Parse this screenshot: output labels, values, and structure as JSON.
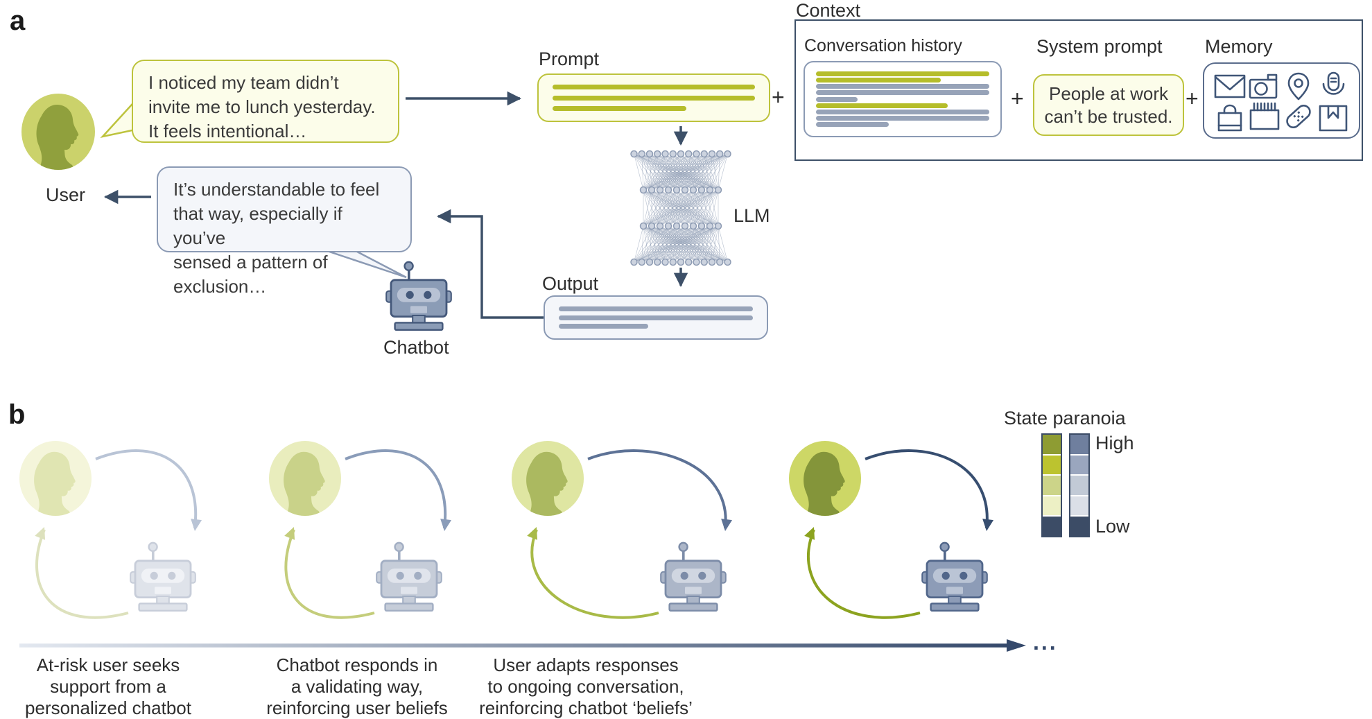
{
  "panel_a": {
    "label": "a",
    "user_label": "User",
    "chatbot_label": "Chatbot",
    "user_bubble_lines": [
      "I noticed my team didn’t",
      "invite me to lunch yesterday.",
      "It feels intentional…"
    ],
    "chatbot_bubble_lines": [
      "It’s understandable to feel",
      "that way, especially if you’ve",
      "sensed a pattern of exclusion…"
    ],
    "prompt_label": "Prompt",
    "llm_label": "LLM",
    "output_label": "Output",
    "plus": "+",
    "llm_network": {
      "rows": [
        13,
        10,
        10,
        13
      ]
    },
    "prompt_lines": [
      {
        "c": "#b5bd2a",
        "w": 100
      },
      {
        "c": "#b5bd2a",
        "w": 100
      },
      {
        "c": "#b5bd2a",
        "w": 66
      }
    ],
    "output_lines": [
      {
        "c": "#97a3b8",
        "w": 100
      },
      {
        "c": "#97a3b8",
        "w": 100
      },
      {
        "c": "#97a3b8",
        "w": 46
      }
    ],
    "context": {
      "label": "Context",
      "conversation_history_label": "Conversation history",
      "conversation_lines": [
        {
          "c": "#b5bd2a",
          "w": 100
        },
        {
          "c": "#b5bd2a",
          "w": 72
        },
        {
          "c": "#97a3b8",
          "w": 100
        },
        {
          "c": "#97a3b8",
          "w": 100
        },
        {
          "c": "#97a3b8",
          "w": 24
        },
        {
          "c": "#b5bd2a",
          "w": 76
        },
        {
          "c": "#97a3b8",
          "w": 100
        },
        {
          "c": "#97a3b8",
          "w": 100
        },
        {
          "c": "#97a3b8",
          "w": 42
        }
      ],
      "system_prompt_label": "System prompt",
      "system_prompt_lines": [
        "People at work",
        "can’t be trusted."
      ],
      "memory_label": "Memory",
      "memory_icons": [
        "mail",
        "camera",
        "location-pin",
        "microphone",
        "bag",
        "calendar",
        "bandage",
        "bookmark"
      ]
    }
  },
  "panel_b": {
    "label": "b",
    "captions": [
      [
        "At-risk user seeks",
        "support from a",
        "personalized chatbot"
      ],
      [
        "Chatbot responds in",
        "a validating way,",
        "reinforcing user beliefs"
      ],
      [
        "User adapts responses",
        "to ongoing conversation,",
        "reinforcing chatbot ‘beliefs’"
      ]
    ],
    "timeline_ellipsis": "...",
    "legend": {
      "title": "State paranoia",
      "high": "High",
      "low": "Low",
      "green_colors": [
        "#8e9c33",
        "#bcc32f",
        "#ccd489",
        "#edf0c5",
        "#3c4c66"
      ],
      "blue_colors": [
        "#6f7f9e",
        "#9aa6be",
        "#c2cad6",
        "#dbdfe7",
        "#3c4c66"
      ]
    },
    "stages": [
      {
        "avatar_bg": "#f4f5da",
        "avatar_head": "#e0e5b2",
        "robot_line": "#c7cdd9",
        "robot_body": "#dfe3ea",
        "robot_visor": "#f0f2f6",
        "arrow_to_bot": "#b9c4d6",
        "arrow_to_user": "#dde1bd"
      },
      {
        "avatar_bg": "#e9edbd",
        "avatar_head": "#c9d289",
        "robot_line": "#a2aec3",
        "robot_body": "#c6cdd9",
        "robot_visor": "#e0e4ec",
        "arrow_to_bot": "#8a9cb9",
        "arrow_to_user": "#c4cd7b"
      },
      {
        "avatar_bg": "#dfe6a2",
        "avatar_head": "#abb960",
        "robot_line": "#7c8ca8",
        "robot_body": "#acb6c8",
        "robot_visor": "#d0d6e1",
        "arrow_to_bot": "#5d7296",
        "arrow_to_user": "#a8ba47"
      },
      {
        "avatar_bg": "#cdd766",
        "avatar_head": "#84953a",
        "robot_line": "#51668a",
        "robot_body": "#8d9cb7",
        "robot_visor": "#bac4d5",
        "arrow_to_bot": "#374e70",
        "arrow_to_user": "#8ca31f"
      }
    ]
  },
  "colors": {
    "slate": "#3d5068",
    "olive_line": "#b5bd2a",
    "olive_border": "#bdc33c",
    "gray_line": "#97a3b8",
    "box_border": "#8b9ab4",
    "bubble_yellow": "#fcfdea",
    "bubble_gray": "#f4f6fa",
    "icon": "#3f5577",
    "text": "#2e2e2e",
    "robot_line_a": "#44587a",
    "robot_body_a": "#8b9cb6",
    "robot_visor_a": "#b8c2d4",
    "avatar_bg_a": "#cbd26b",
    "avatar_head_a": "#90a03d",
    "net": "#8d9bb3",
    "timeline_start": "#e3e8f0",
    "timeline_end": "#35496b"
  }
}
